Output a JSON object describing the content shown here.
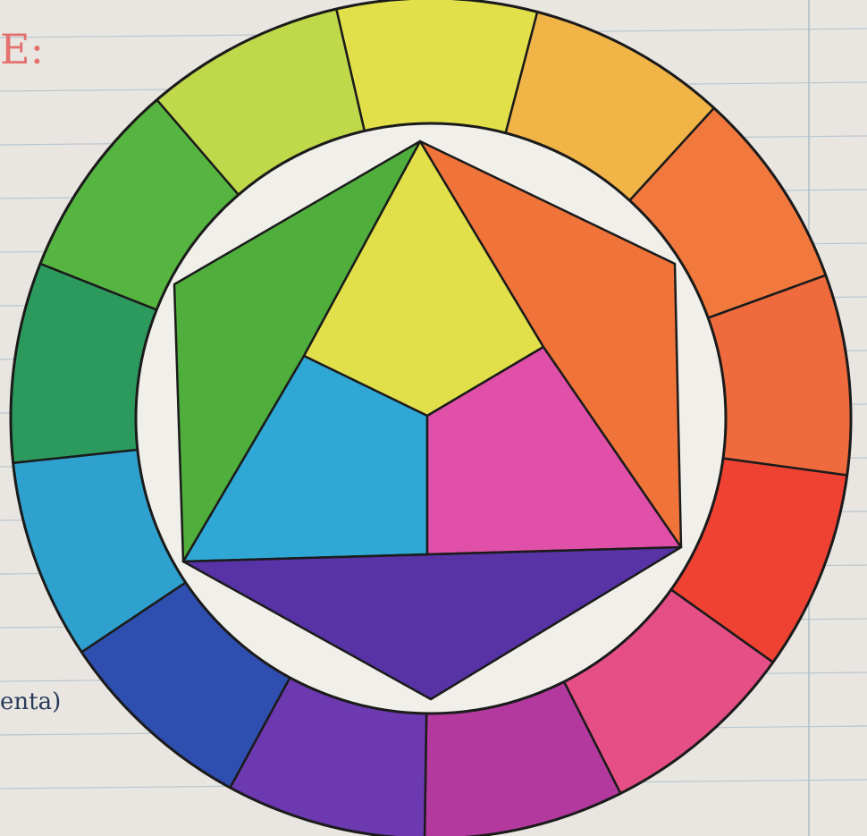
{
  "notebook": {
    "paper_color": "#e9e6e1",
    "line_color": "#b9c6cf",
    "margin_line_color": "#a9bcc6",
    "handwriting_top": "E:",
    "handwriting_bottom": "enta)"
  },
  "color_wheel": {
    "outline_color": "#1b1b1b",
    "outer_ring_segments": [
      {
        "name": "yellow",
        "color": "#e2e04a"
      },
      {
        "name": "yellow-orange",
        "color": "#f1b447"
      },
      {
        "name": "orange",
        "color": "#f1793e"
      },
      {
        "name": "red-orange",
        "color": "#ef6a3d"
      },
      {
        "name": "red",
        "color": "#ef4233"
      },
      {
        "name": "red-violet",
        "color": "#e64f86"
      },
      {
        "name": "magenta-violet",
        "color": "#b3399f"
      },
      {
        "name": "violet",
        "color": "#6c39b0"
      },
      {
        "name": "blue-violet",
        "color": "#2f4fb0"
      },
      {
        "name": "blue",
        "color": "#2fa1cf"
      },
      {
        "name": "blue-green",
        "color": "#2c9a5c"
      },
      {
        "name": "green",
        "color": "#56b541"
      },
      {
        "name": "yellow-green",
        "color": "#bfd94a"
      }
    ],
    "inner_shapes": [
      {
        "name": "center-yellow",
        "color": "#e2e04a"
      },
      {
        "name": "center-blue",
        "color": "#2fa8d6"
      },
      {
        "name": "center-magenta",
        "color": "#e050a8"
      },
      {
        "name": "triangle-green",
        "color": "#4fae3c"
      },
      {
        "name": "triangle-orange",
        "color": "#f0743a"
      },
      {
        "name": "triangle-violet",
        "color": "#5733a6"
      }
    ]
  }
}
